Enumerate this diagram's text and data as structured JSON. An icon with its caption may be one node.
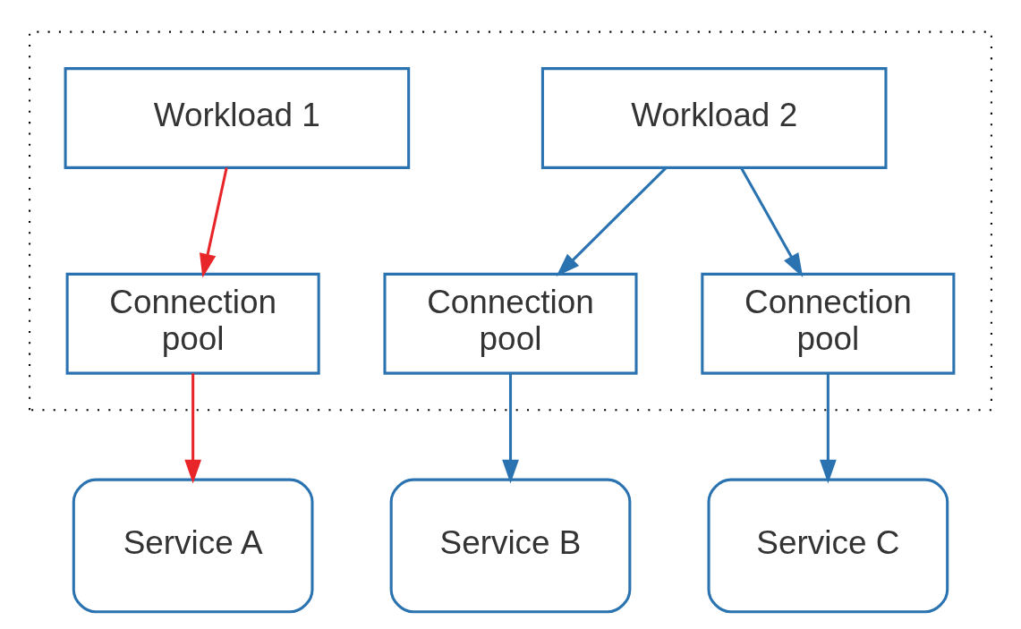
{
  "diagram": {
    "nodes": [
      {
        "text": [],
        "shape": "box"
      },
      {
        "text": [
          "Workload 1"
        ],
        "in": 0
      },
      {
        "text": [
          "Workload 2"
        ],
        "in": 0
      },
      {
        "text": [
          "Connection pool"
        ],
        "in": 0
      },
      {
        "text": [
          "Connection pool"
        ],
        "in": 0
      },
      {
        "text": [
          "Connection pool"
        ],
        "in": 0
      },
      {
        "text": [
          "Service A"
        ]
      },
      {
        "text": [
          "Service B"
        ]
      },
      {
        "text": [
          "Service C"
        ]
      }
    ],
    "edges": [
      {
        "from": 1,
        "to": 3,
        "arrow": "to",
        "color": "#e8262a"
      },
      {
        "from": 3,
        "to": 6,
        "arrow": "to",
        "color": "#e8262a"
      },
      {
        "from": 2,
        "to": 4,
        "arrow": "to"
      },
      {
        "from": 2,
        "to": 5,
        "arrow": "to"
      },
      {
        "from": 4,
        "to": 7,
        "arrow": "to"
      },
      {
        "from": 5,
        "to": 8,
        "arrow": "to"
      }
    ]
  }
}
